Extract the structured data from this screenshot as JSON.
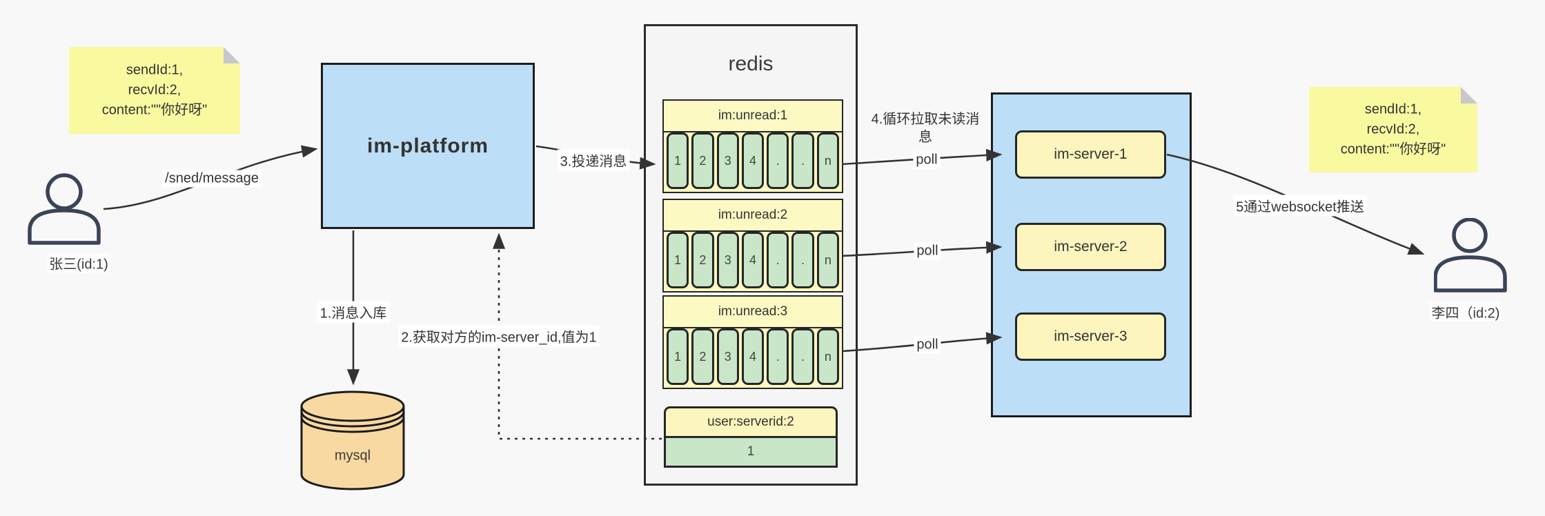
{
  "actors": {
    "sender": {
      "label": "张三(id:1)"
    },
    "receiver": {
      "label": "李四（id:2)"
    }
  },
  "notes": {
    "left": {
      "lines": [
        "sendId:1,",
        "recvId:2,",
        "content:\"\"你好呀\""
      ]
    },
    "right": {
      "lines": [
        "sendId:1,",
        "recvId:2,",
        "content:\"\"你好呀\""
      ]
    }
  },
  "platform": {
    "label": "im-platform"
  },
  "database": {
    "label": "mysql"
  },
  "redis": {
    "title": "redis",
    "queues": [
      {
        "header": "im:unread:1",
        "cells": [
          "1",
          "2",
          "3",
          "4",
          ".",
          ".",
          "n"
        ]
      },
      {
        "header": "im:unread:2",
        "cells": [
          "1",
          "2",
          "3",
          "4",
          ".",
          ".",
          "n"
        ]
      },
      {
        "header": "im:unread:3",
        "cells": [
          "1",
          "2",
          "3",
          "4",
          ".",
          ".",
          "n"
        ]
      }
    ],
    "kv": {
      "header": "user:serverid:2",
      "value": "1"
    }
  },
  "cluster": {
    "servers": [
      {
        "label": "im-server-1"
      },
      {
        "label": "im-server-2"
      },
      {
        "label": "im-server-3"
      }
    ]
  },
  "edges": {
    "send_message": "/sned/message",
    "step1": "1.消息入库",
    "step2": "2.获取对方的im-server_id,值为1",
    "step3": "3.投递消息",
    "step4": "4.循环拉取未读消息",
    "step5": "5通过websocket推送",
    "poll": "poll"
  },
  "colors": {
    "canvas_bg": "#f8f8f8",
    "container_bg": "#f5f5f5",
    "node_blue": "#bcdef6",
    "note_yellow": "#f9f9a0",
    "header_yellow": "#fdf9c3",
    "box_yellow": "#fcf5bd",
    "cell_green": "#c9e6c9",
    "db_tan": "#f9d9a2",
    "stroke_dark": "#262626",
    "edge_stroke": "#333333"
  }
}
